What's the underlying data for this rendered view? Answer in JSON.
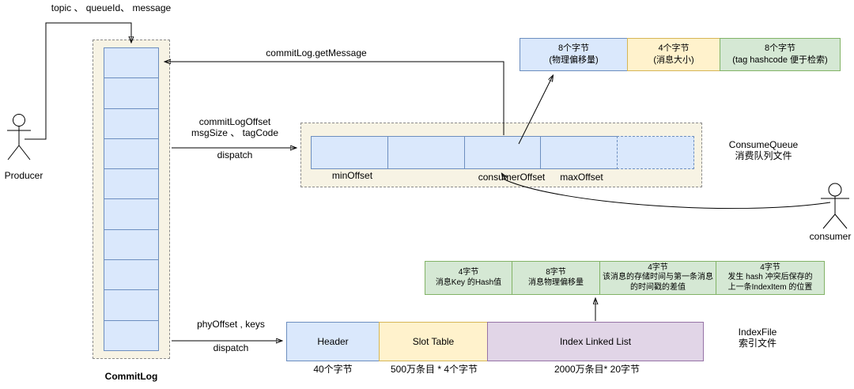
{
  "actors": {
    "producer": "Producer",
    "consumer": "consumer"
  },
  "commitlog": {
    "label": "CommitLog",
    "cell_count": 10
  },
  "consume_queue": {
    "title": "ConsumeQueue",
    "subtitle": "消费队列文件",
    "solid_cells": 4,
    "dashed_cells": 1,
    "min_offset": "minOffset",
    "consumer_offset": "consumerOffset",
    "max_offset": "maxOffset"
  },
  "cq_record": [
    {
      "line1": "8个字节",
      "line2": "(物理偏移量)",
      "color": "#dae8fc"
    },
    {
      "line1": "4个字节",
      "line2": "(消息大小)",
      "color": "#fff2cc"
    },
    {
      "line1": "8个字节",
      "line2": "(tag hashcode 便于检索)",
      "color": "#d5e8d4"
    }
  ],
  "index_item": [
    {
      "line1": "4字节",
      "line2": "消息Key 的Hash值",
      "line3": ""
    },
    {
      "line1": "8字节",
      "line2": "消息物理偏移量",
      "line3": ""
    },
    {
      "line1": "4字节",
      "line2": "该消息的存储时间与第一条消息",
      "line3": "的时间戳的差值"
    },
    {
      "line1": "4字节",
      "line2": "发生 hash 冲突后保存的",
      "line3": "上一条IndexItem 的位置"
    }
  ],
  "index_file": {
    "title": "IndexFile",
    "subtitle": "索引文件",
    "segments": [
      {
        "label": "Header",
        "size": "40个字节"
      },
      {
        "label": "Slot Table",
        "size": "500万条目 * 4个字节"
      },
      {
        "label": "Index Linked List",
        "size": "2000万条目* 20字节"
      }
    ]
  },
  "arrows": {
    "topic": "topic 、 queueId、 message",
    "get_message": "commitLog.getMessage",
    "cq_dispatch_line1": "commitLogOffset",
    "cq_dispatch_line2": "msgSize 、 tagCode",
    "cq_dispatch_action": "dispatch",
    "index_dispatch_line1": "phyOffset , keys",
    "index_dispatch_action": "dispatch"
  },
  "palette": {
    "blue_fill": "#dae8fc",
    "blue_stroke": "#6c8ebf",
    "yellow_fill": "#fff2cc",
    "yellow_stroke": "#d6b656",
    "green_fill": "#d5e8d4",
    "green_stroke": "#82b366",
    "purple_fill": "#e1d5e7",
    "purple_stroke": "#9673a6",
    "container_fill": "#f7f3e4",
    "container_stroke": "#8a8a8a",
    "line_color": "#000000"
  }
}
